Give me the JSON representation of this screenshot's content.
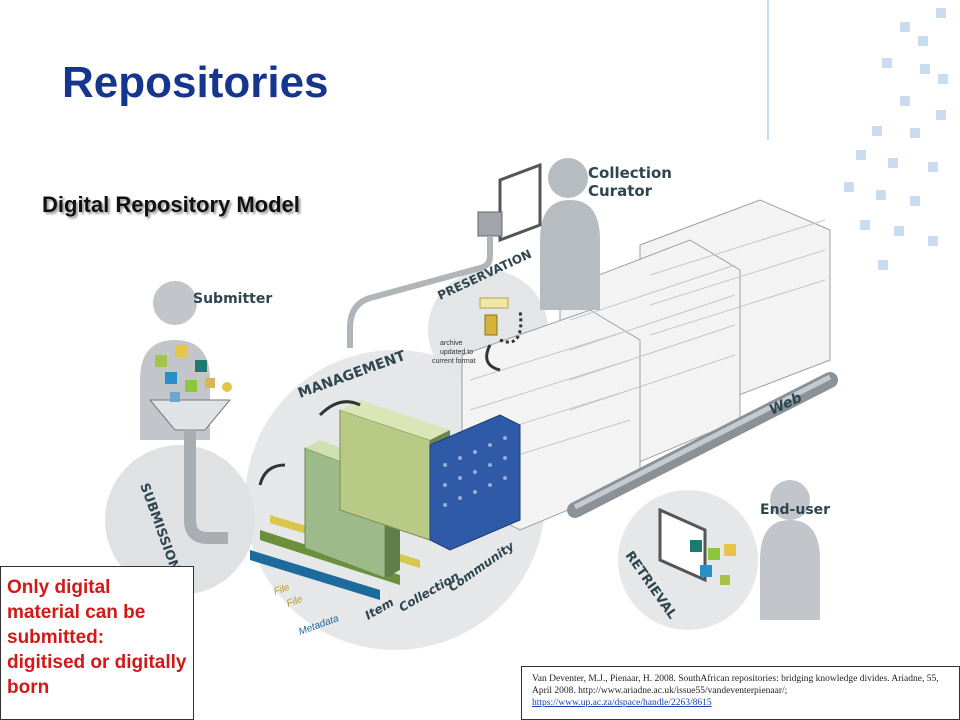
{
  "slide": {
    "title": "Repositories",
    "subtitle": "Digital Repository Model",
    "note": "Only digital material can be submitted: digitised or digitally born"
  },
  "diagram": {
    "labels": {
      "collection_curator_1": "Collection",
      "collection_curator_2": "Curator",
      "submitter": "Submitter",
      "preservation": "PRESERVATION",
      "archive_1": "archive",
      "archive_2": "updated to",
      "archive_3": "current format",
      "management": "MANAGEMENT",
      "web": "Web",
      "end_user": "End-user",
      "submission": "SUBMISSION",
      "retrieval": "RETRIEVAL",
      "file_1": "File",
      "file_2": "File",
      "metadata": "Metadata",
      "item": "Item",
      "collection": "Collection",
      "community": "Community"
    }
  },
  "citation": {
    "text": "Van Deventer, M.J., Pienaar, H. 2008. SouthAfrican repositories: bridging knowledge divides. Ariadne, 55, April 2008. http://www.ariadne.ac.uk/issue55/vandeventerpienaar/;",
    "link": "https://www.up.ac.za/dspace/handle/2263/8615"
  },
  "colors": {
    "title": "#16358f",
    "note_text": "#d21818",
    "label_dark": "#2e4650",
    "label_blue": "#1d6a9c",
    "accent_green": "#8cc63f",
    "accent_blue": "#1f7fc4"
  }
}
